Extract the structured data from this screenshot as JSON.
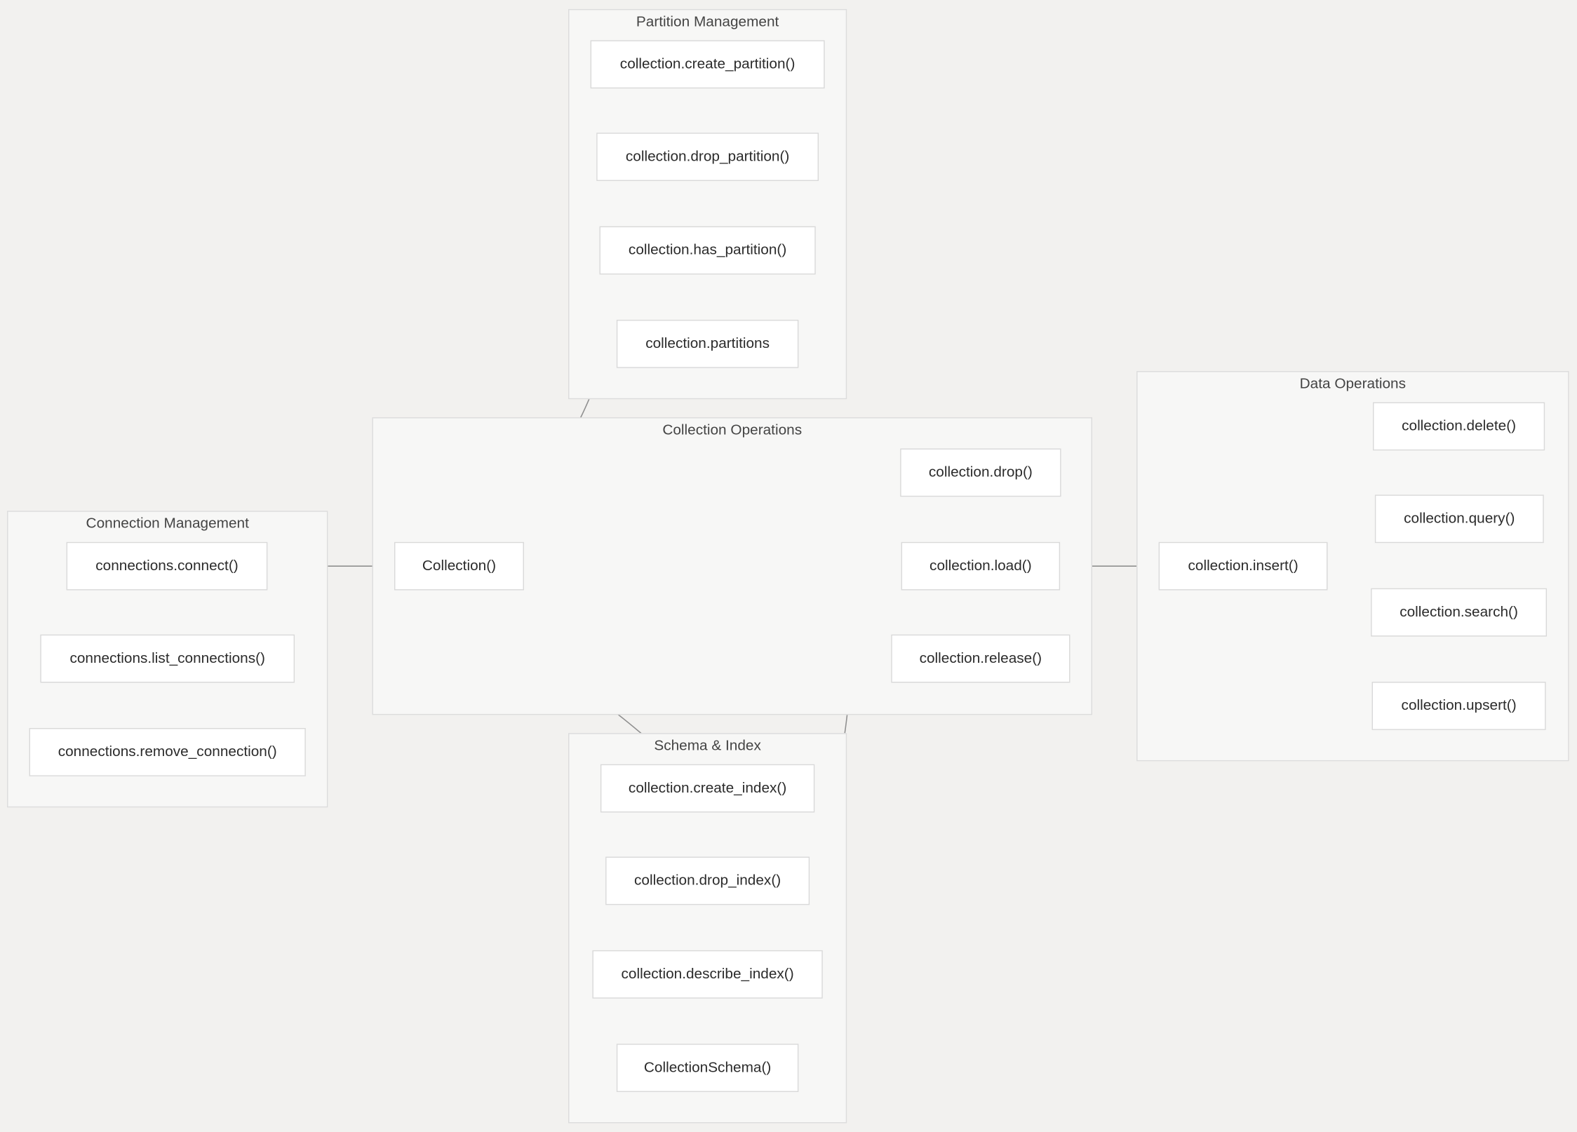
{
  "groups": {
    "partition": {
      "title": "Partition Management",
      "nodes": [
        "collection.create_partition()",
        "collection.drop_partition()",
        "collection.has_partition()",
        "collection.partitions"
      ]
    },
    "collection": {
      "title": "Collection Operations",
      "nodes": [
        "Collection()",
        "collection.drop()",
        "collection.load()",
        "collection.release()"
      ]
    },
    "connection": {
      "title": "Connection Management",
      "nodes": [
        "connections.connect()",
        "connections.list_connections()",
        "connections.remove_connection()"
      ]
    },
    "data": {
      "title": "Data Operations",
      "nodes": [
        "collection.delete()",
        "collection.query()",
        "collection.insert()",
        "collection.search()",
        "collection.upsert()"
      ]
    },
    "schema": {
      "title": "Schema & Index",
      "nodes": [
        "collection.create_index()",
        "collection.drop_index()",
        "collection.describe_index()",
        "CollectionSchema()"
      ]
    }
  },
  "edges": [
    {
      "from": "connections.connect()",
      "to": "Collection()"
    },
    {
      "from": "Collection()",
      "to": "collection.create_partition()"
    },
    {
      "from": "Collection()",
      "to": "collection.create_index()"
    },
    {
      "from": "collection.create_index()",
      "to": "collection.load()"
    },
    {
      "from": "collection.load()",
      "to": "collection.insert()"
    },
    {
      "from": "collection.insert()",
      "to": "collection.query()"
    },
    {
      "from": "collection.insert()",
      "to": "collection.search()"
    }
  ]
}
